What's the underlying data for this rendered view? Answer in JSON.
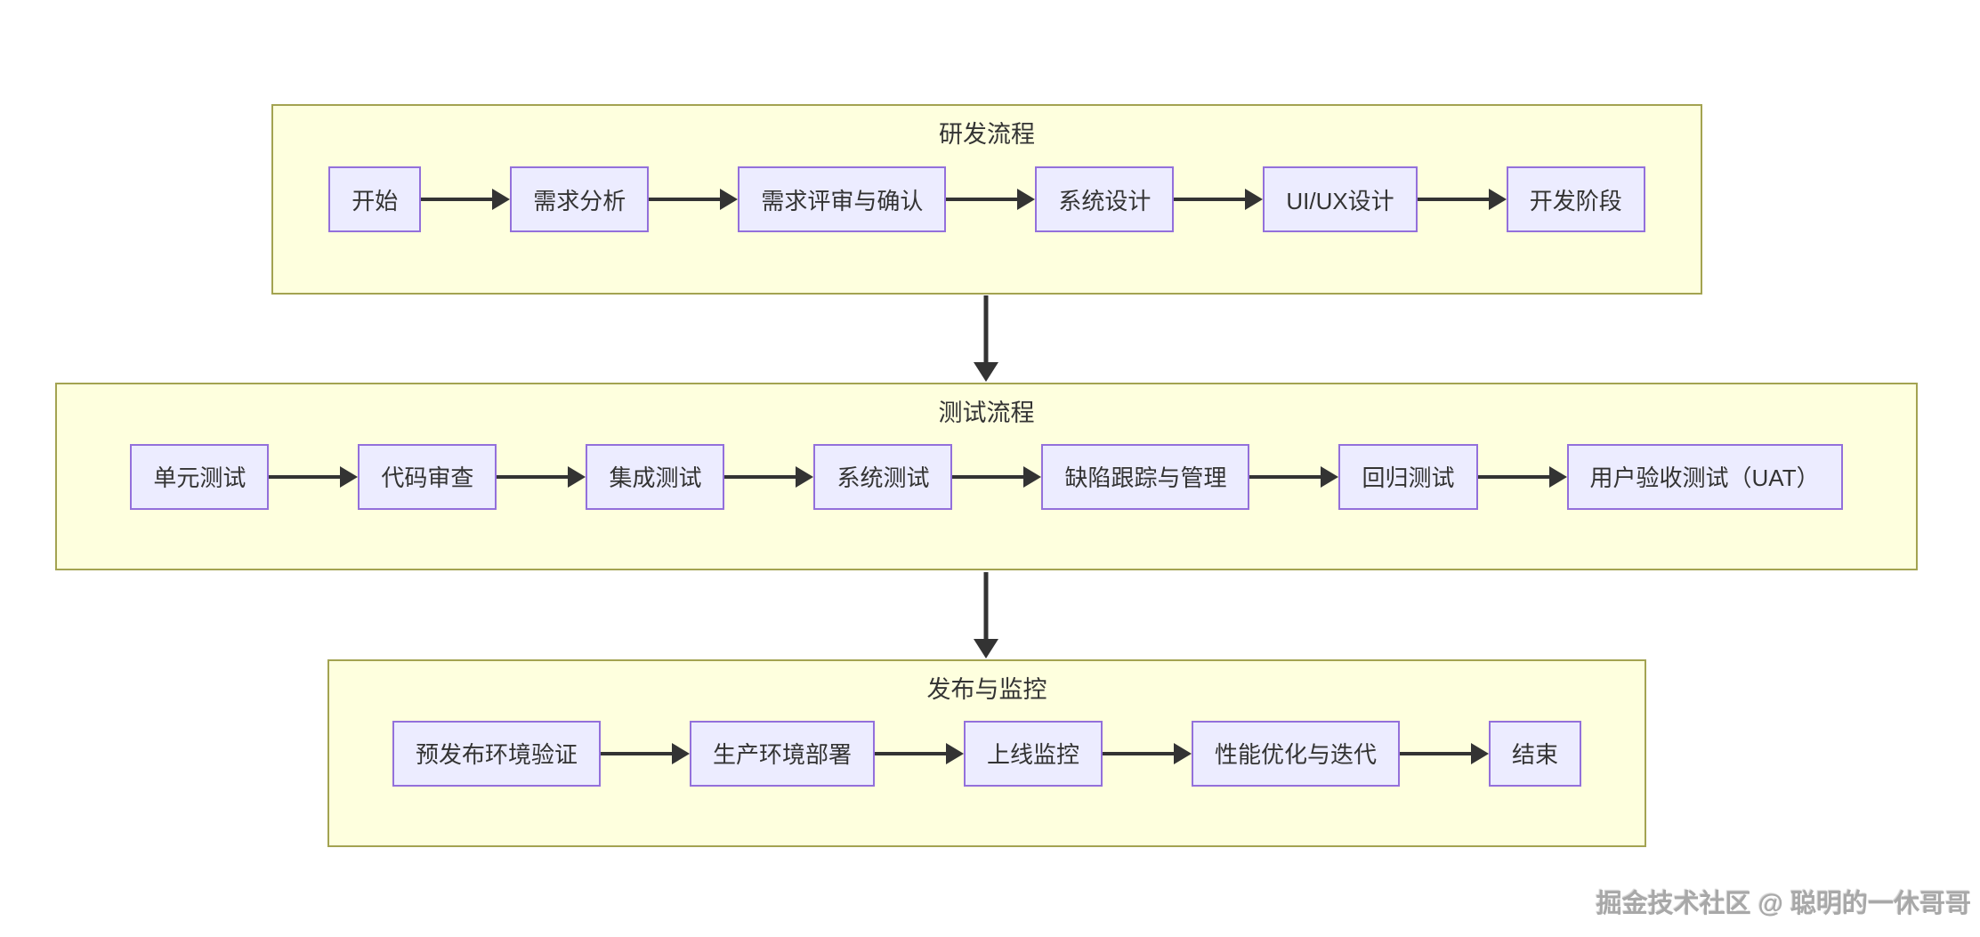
{
  "diagram_type": "flowchart",
  "flow_direction": "left-to-right, top-to-bottom between sections",
  "sections": [
    {
      "title": "研发流程",
      "nodes": [
        "开始",
        "需求分析",
        "需求评审与确认",
        "系统设计",
        "UI/UX设计",
        "开发阶段"
      ]
    },
    {
      "title": "测试流程",
      "nodes": [
        "单元测试",
        "代码审查",
        "集成测试",
        "系统测试",
        "缺陷跟踪与管理",
        "回归测试",
        "用户验收测试（UAT）"
      ]
    },
    {
      "title": "发布与监控",
      "nodes": [
        "预发布环境验证",
        "生产环境部署",
        "上线监控",
        "性能优化与迭代",
        "结束"
      ]
    }
  ],
  "edges": {
    "within_sections": "sequential arrows between adjacent nodes, left to right",
    "between_sections": [
      "研发流程 → 测试流程",
      "测试流程 → 发布与监控"
    ]
  },
  "watermark": "掘金技术社区 @ 聪明的一休哥哥",
  "colors": {
    "section_fill": "#feffde",
    "section_border": "#a3a351",
    "node_fill": "#ececff",
    "node_border": "#9370db",
    "arrow": "#333333",
    "text": "#333333",
    "watermark": "#a8a8a8",
    "background": "#ffffff"
  }
}
